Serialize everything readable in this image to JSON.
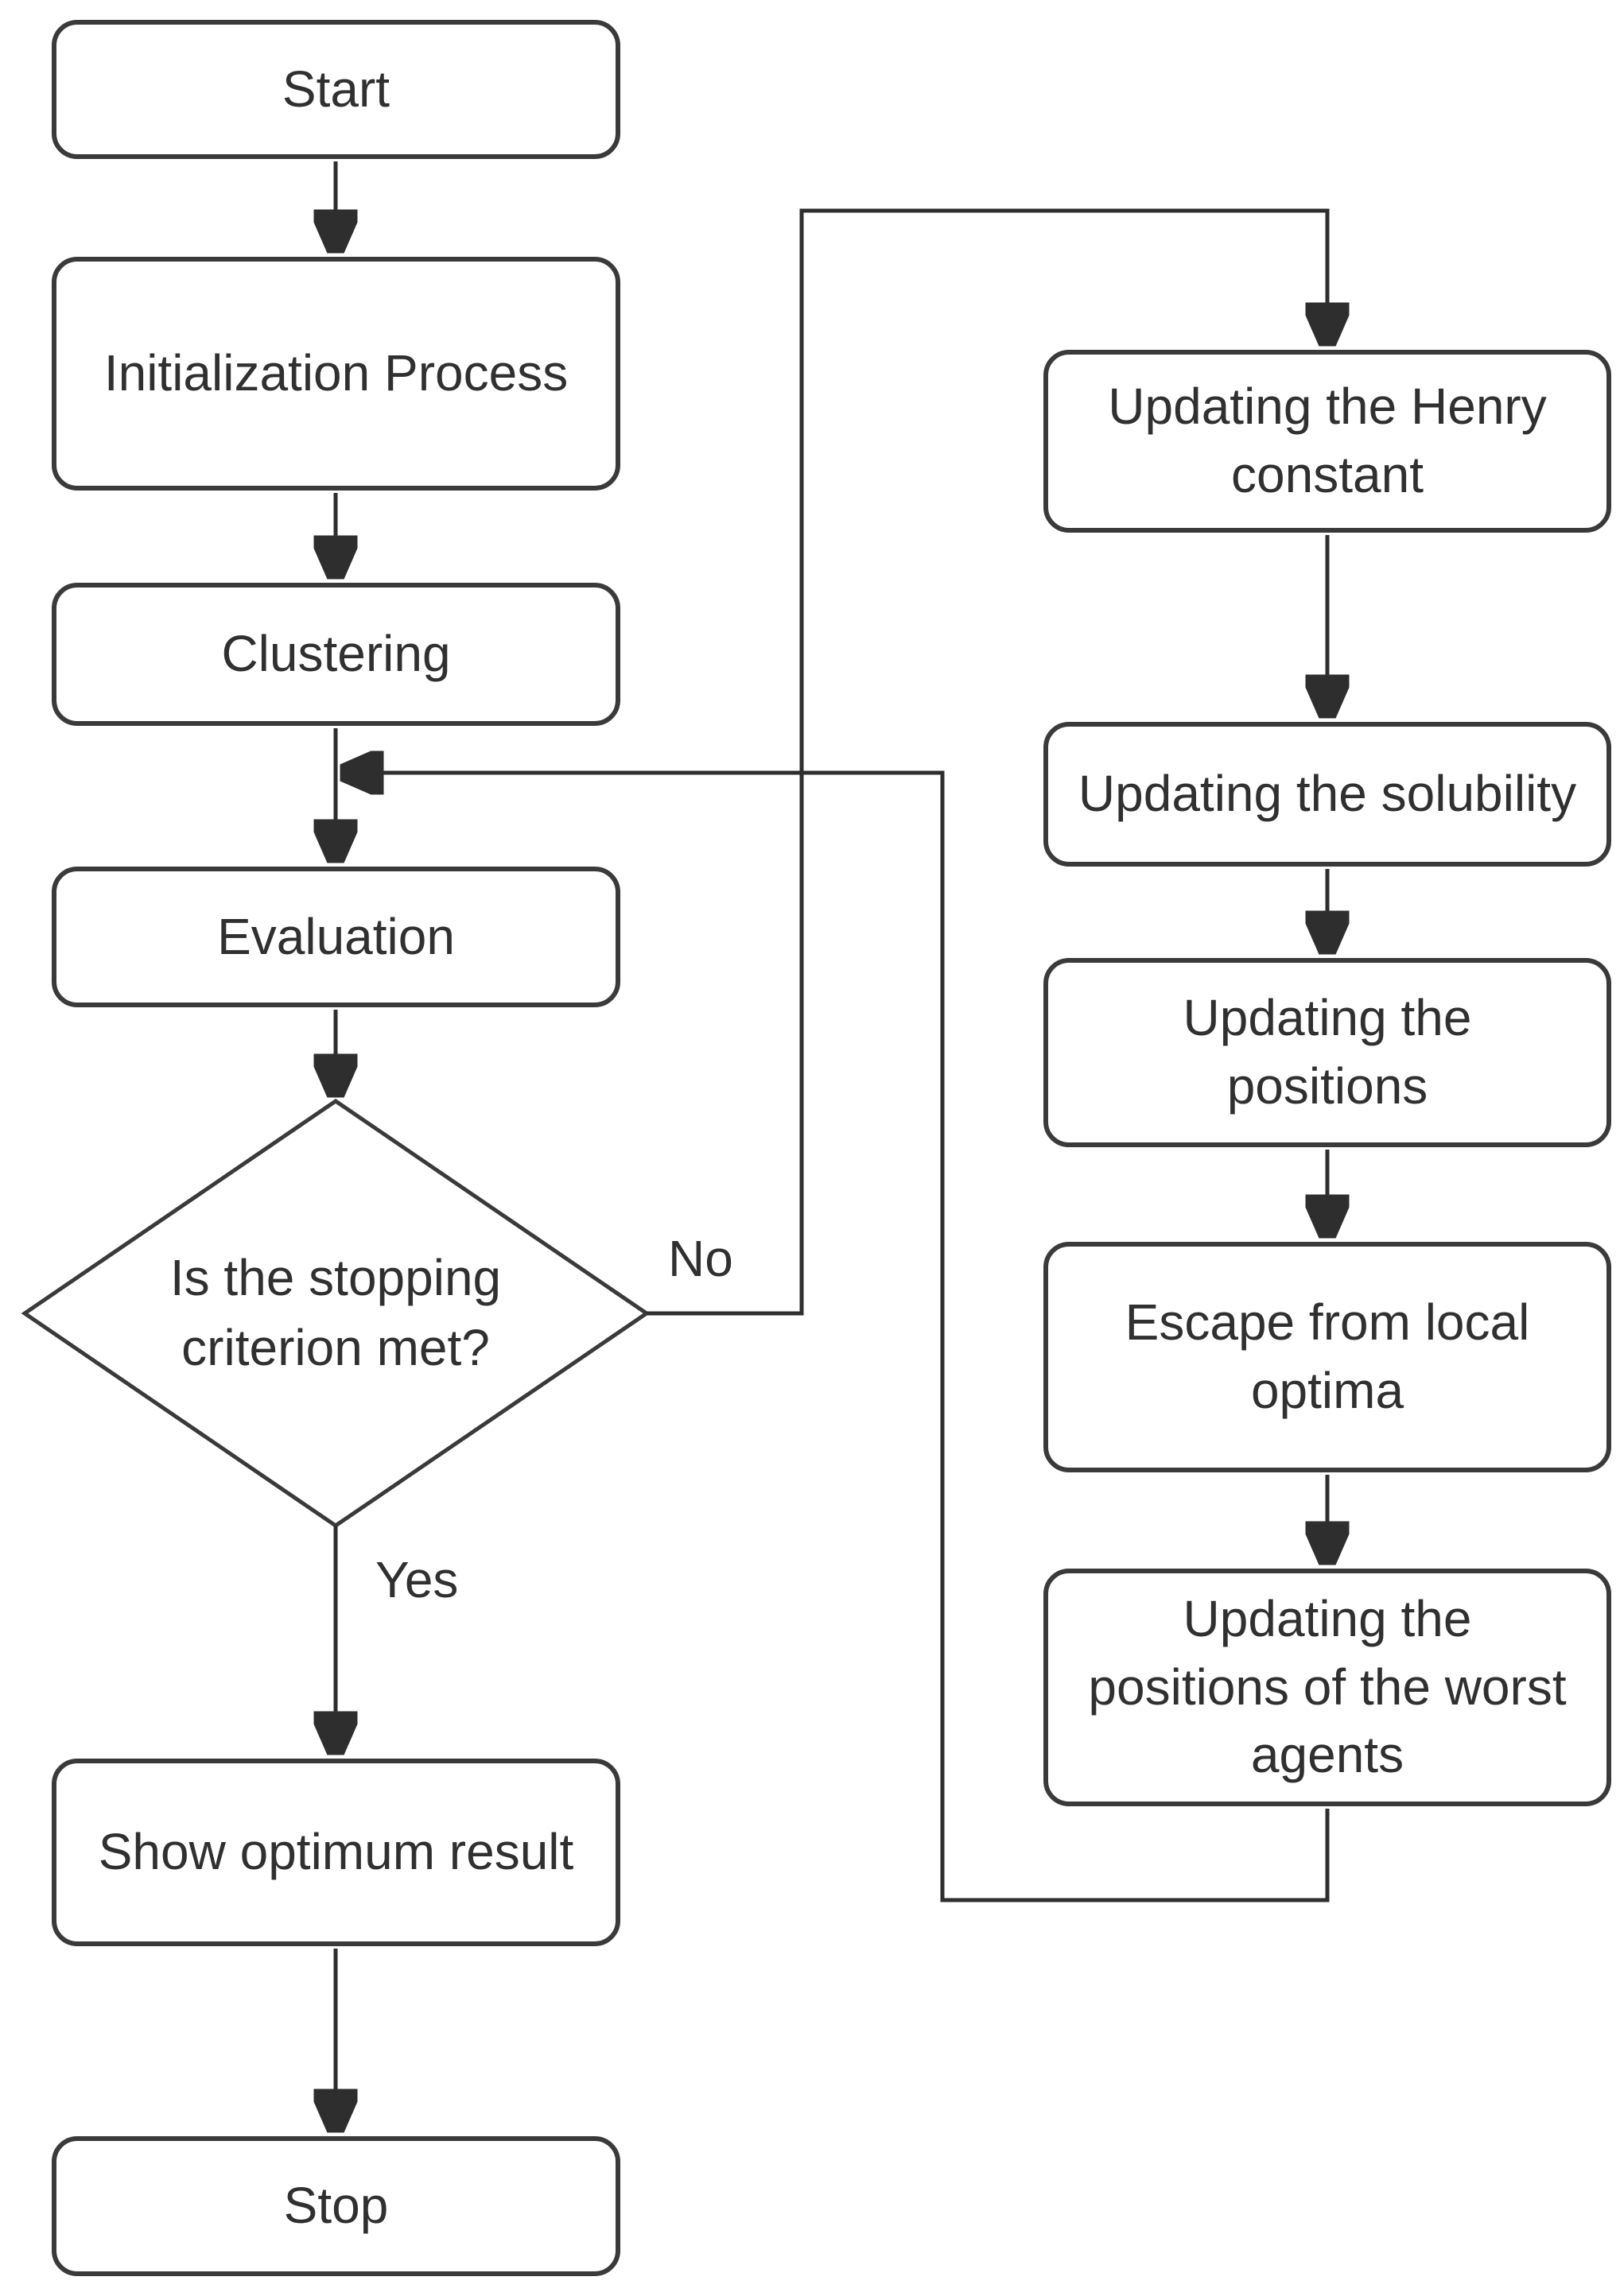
{
  "diagram": {
    "type": "flowchart",
    "colors": {
      "background": "#ffffff",
      "node_fill": "#ffffff",
      "node_stroke": "#3a3a3a",
      "connector_stroke": "#2e2e2e",
      "text": "#303030"
    },
    "nodes": {
      "start": {
        "shape": "rounded-rect",
        "label": "Start"
      },
      "initialization": {
        "shape": "rounded-rect",
        "label": "Initialization Process"
      },
      "clustering": {
        "shape": "rounded-rect",
        "label": "Clustering"
      },
      "evaluation": {
        "shape": "rounded-rect",
        "label": "Evaluation"
      },
      "stopping_criterion": {
        "shape": "diamond",
        "label": "Is the stopping\ncriterion met?"
      },
      "show_optimum_result": {
        "shape": "rounded-rect",
        "label": "Show optimum result"
      },
      "stop": {
        "shape": "rounded-rect",
        "label": "Stop"
      },
      "update_henry": {
        "shape": "rounded-rect",
        "label": "Updating the Henry\nconstant"
      },
      "update_solubility": {
        "shape": "rounded-rect",
        "label": "Updating the solubility"
      },
      "update_positions": {
        "shape": "rounded-rect",
        "label": "Updating the\npositions"
      },
      "escape_local_optima": {
        "shape": "rounded-rect",
        "label": "Escape from local\noptima"
      },
      "update_worst_agents": {
        "shape": "rounded-rect",
        "label": "Updating the\npositions of the worst\nagents"
      }
    },
    "edge_labels": {
      "yes": "Yes",
      "no": "No"
    },
    "edges": [
      "start -> initialization",
      "initialization -> clustering",
      "clustering -> evaluation",
      "evaluation -> stopping_criterion",
      "stopping_criterion -> show_optimum_result (Yes)",
      "stopping_criterion -> update_henry (No)",
      "show_optimum_result -> stop",
      "update_henry -> update_solubility",
      "update_solubility -> update_positions",
      "update_positions -> escape_local_optima",
      "escape_local_optima -> update_worst_agents",
      "update_worst_agents -> clustering/evaluation junction (loop back)"
    ]
  }
}
